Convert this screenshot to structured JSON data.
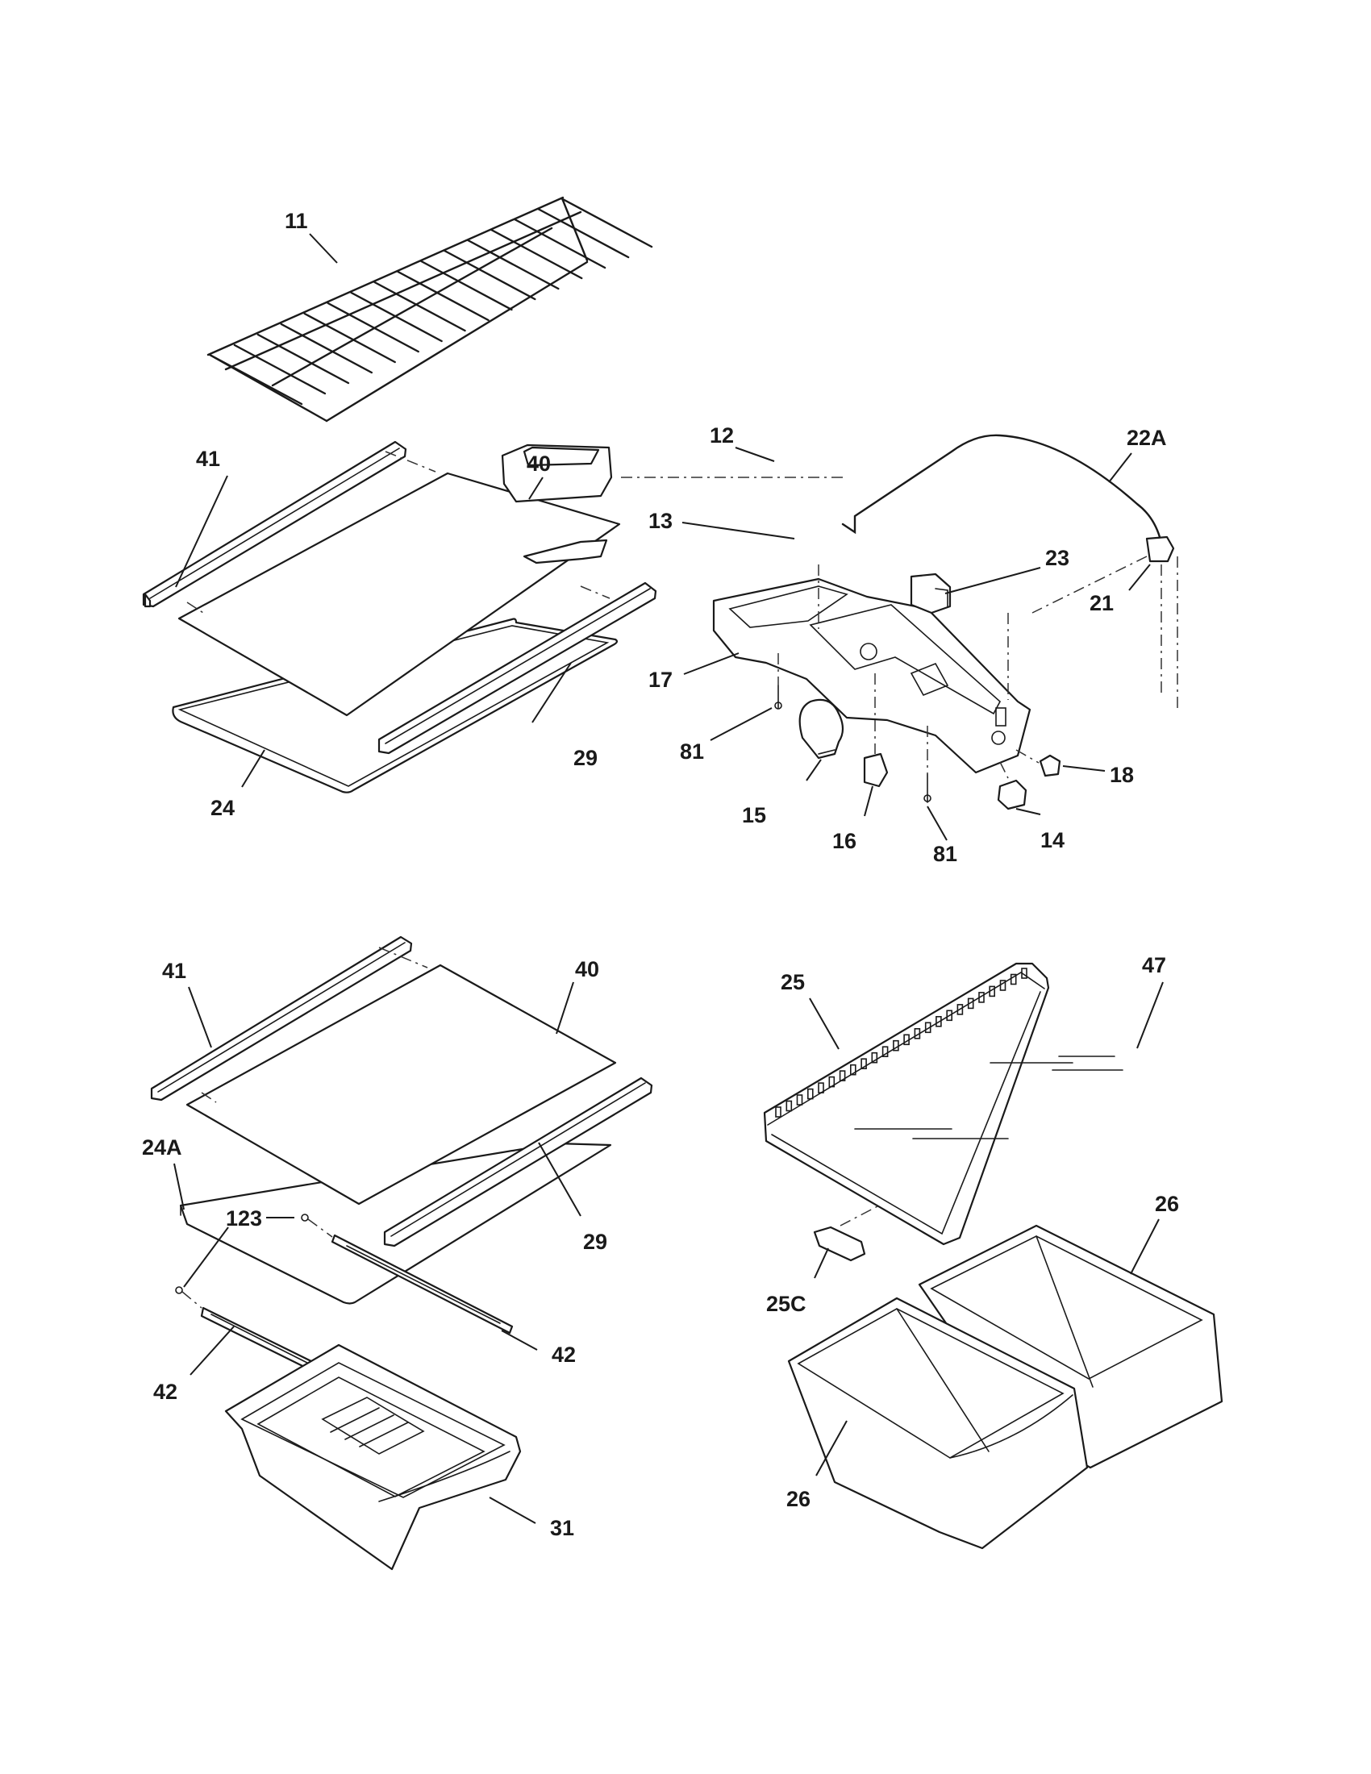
{
  "diagram": {
    "type": "exploded-parts-view",
    "callouts": {
      "p11": "11",
      "p12": "12",
      "p13": "13",
      "p14": "14",
      "p15": "15",
      "p16": "16",
      "p17": "17",
      "p18": "18",
      "p21": "21",
      "p22a": "22A",
      "p23": "23",
      "p24": "24",
      "p24a": "24A",
      "p25": "25",
      "p25c": "25C",
      "p26": "26",
      "p29": "29",
      "p31": "31",
      "p40": "40",
      "p41": "41",
      "p42": "42",
      "p47": "47",
      "p81": "81",
      "p123": "123"
    }
  }
}
